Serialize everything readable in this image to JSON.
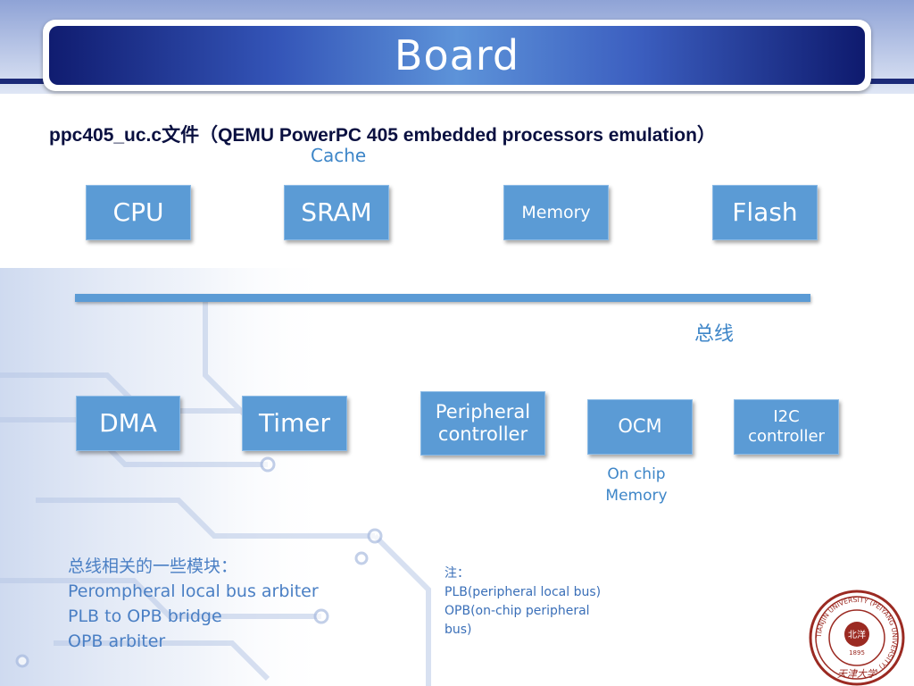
{
  "slide": {
    "title": "Board",
    "subtitle": "ppc405_uc.c文件（QEMU PowerPC 405 embedded processors emulation）",
    "cache_label": "Cache",
    "top_row": [
      {
        "label": "CPU"
      },
      {
        "label": "SRAM"
      },
      {
        "label": "Memory"
      },
      {
        "label": "Flash"
      }
    ],
    "bus_label": "总线",
    "bottom_row": [
      {
        "label": "DMA"
      },
      {
        "label": "Timer"
      },
      {
        "label_line1": "Peripheral",
        "label_line2": "controller"
      },
      {
        "label": "OCM"
      },
      {
        "label_line1": "I2C",
        "label_line2": "controller"
      }
    ],
    "ocm_note": [
      "On chip",
      "Memory"
    ],
    "bus_modules": {
      "heading": "总线相关的一些模块：",
      "items": [
        "Perompheral local bus arbiter",
        "PLB to OPB bridge",
        "OPB arbiter"
      ]
    },
    "note": {
      "heading": "注：",
      "lines": [
        "PLB(peripheral local bus)",
        "OPB(on-chip peripheral",
        "bus)"
      ]
    },
    "logo": {
      "ring_text": "TIANJIN UNIVERSITY (PEIYANG UNIVERSITY)",
      "year": "1895",
      "center_text": "北洋",
      "bottom_text": "天津大学"
    }
  }
}
